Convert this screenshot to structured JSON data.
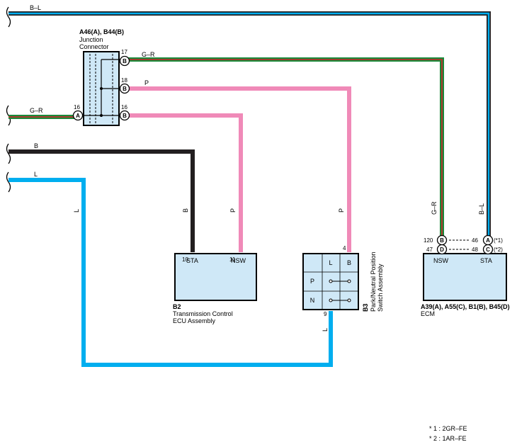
{
  "wires": {
    "top_left": "B–L",
    "top_right_vertical": "B–L",
    "g_r_top": "G–R",
    "g_r_left": "G–R",
    "g_r_right_vertical": "G–R",
    "pink_top": "P",
    "pink_mid_vertical": "P",
    "pink_right_vertical": "P",
    "black_left": "B",
    "black_vertical": "B",
    "blue_left": "L",
    "blue_vertical": "L",
    "blue_bottom_vertical": "L"
  },
  "colors": {
    "blue_wire": "#00aeef",
    "pink_wire": "#f08ab8",
    "green_wire": "#1a8a3a",
    "red_stripe": "#d2232a",
    "black_wire": "#231f20",
    "box_fill": "#cfe8f7"
  },
  "junction": {
    "title": "A46(A), B44(B)",
    "name_line1": "Junction",
    "name_line2": "Connector",
    "pins": [
      {
        "num": "17",
        "conn": "B"
      },
      {
        "num": "18",
        "conn": "B"
      },
      {
        "num": "16",
        "conn": "B"
      },
      {
        "num": "16",
        "conn": "A"
      }
    ]
  },
  "b2": {
    "code": "B2",
    "name_line1": "Transmission Control",
    "name_line2": "ECU Assembly",
    "pin_sta": "10",
    "pin_nsw": "11",
    "term_sta": "STA",
    "term_nsw": "NSW"
  },
  "b3": {
    "code": "B3",
    "name_line1": "Park/Neutral Position",
    "name_line2": "Switch Assembly",
    "pin_top": "4",
    "pin_bottom": "9",
    "cell_l": "L",
    "cell_b": "B",
    "cell_p": "P",
    "cell_n": "N"
  },
  "ecm": {
    "title": "A39(A), A55(C), B1(B), B45(D)",
    "name": "ECM",
    "term_nsw": "NSW",
    "term_sta": "STA",
    "row1": {
      "left_num": "120",
      "left_conn": "B",
      "right_num": "46",
      "right_conn": "A",
      "note": "(*1)"
    },
    "row2": {
      "left_num": "47",
      "left_conn": "D",
      "right_num": "48",
      "right_conn": "C",
      "note": "(*2)"
    }
  },
  "footnotes": [
    "* 1 : 2GR–FE",
    "* 2 : 1AR–FE"
  ]
}
